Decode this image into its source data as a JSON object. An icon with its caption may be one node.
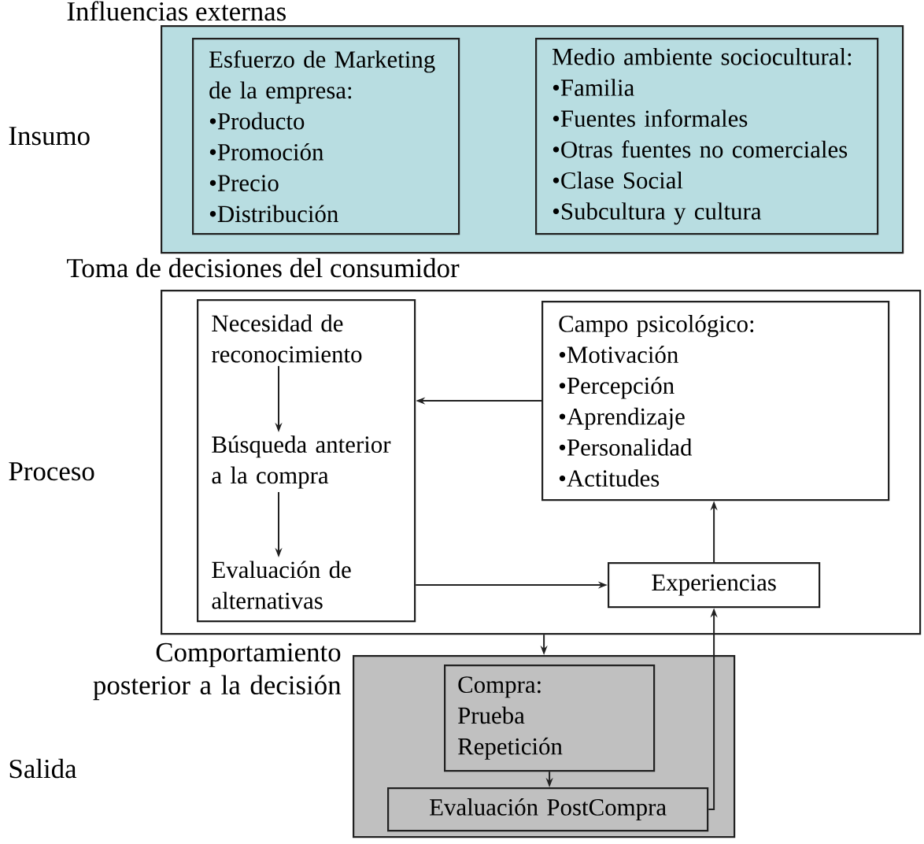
{
  "diagram": {
    "nodes": [
      {
        "text": [
          "Influencias externas"
        ]
      },
      {
        "text": [
          "Esfuerzo de Marketing de la empresa:",
          "•Producto",
          "•Promoción",
          "•Precio",
          "•Distribución"
        ],
        "in": 0
      },
      {
        "text": [
          "Medio ambiente sociocultural:",
          "•Familia",
          "•Fuentes informales",
          "•Otras fuentes no comerciales",
          "•Clase Social",
          "•Subcultura y cultura"
        ],
        "in": 0
      },
      {
        "text": [
          "Toma de decisiones del consumidor"
        ]
      },
      {
        "text": [],
        "shape": "box",
        "in": 3
      },
      {
        "text": [
          "Necesidad de reconocimiento"
        ],
        "in": 4
      },
      {
        "text": [
          "Búsqueda anterior a la compra"
        ],
        "in": 4
      },
      {
        "text": [
          "Evaluación de alternativas"
        ],
        "in": 4
      },
      {
        "text": [
          "Campo psicológico:",
          "•Motivación",
          "•Percepción",
          "•Aprendizaje",
          "•Personalidad",
          "•Actitudes"
        ],
        "in": 3
      },
      {
        "text": [
          "Experiencias"
        ],
        "in": 3
      },
      {
        "text": [
          "Comportamiento posterior a la decisión"
        ]
      },
      {
        "text": [
          "Compra:",
          "Prueba",
          "Repetición"
        ],
        "in": 10
      },
      {
        "text": [
          "Evaluación PostCompra"
        ],
        "in": 10
      }
    ],
    "edges": [
      {
        "from": 5,
        "to": 6,
        "arrow": "to"
      },
      {
        "from": 6,
        "to": 7,
        "arrow": "to"
      },
      {
        "from": 8,
        "to": 4,
        "arrow": "to"
      },
      {
        "from": 4,
        "to": 9,
        "arrow": "to"
      },
      {
        "from": 9,
        "to": 8,
        "arrow": "to"
      },
      {
        "from": 3,
        "to": 10,
        "arrow": "to"
      },
      {
        "from": 11,
        "to": 12,
        "arrow": "to"
      },
      {
        "from": 12,
        "to": 9,
        "arrow": "to"
      }
    ],
    "labels": [
      "Insumo",
      "Proceso",
      "Salida"
    ]
  }
}
